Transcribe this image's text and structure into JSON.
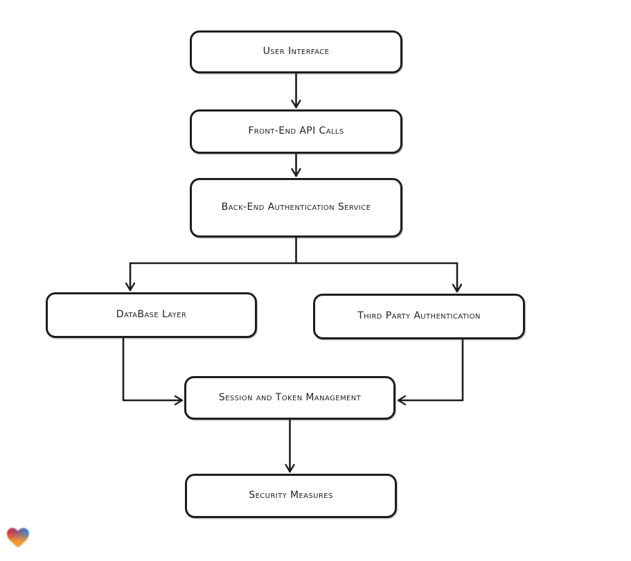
{
  "diagram": {
    "type": "flowchart",
    "direction": "top-down",
    "nodes": [
      {
        "id": "user-interface",
        "label": "User Interface"
      },
      {
        "id": "front-end-api-calls",
        "label": "Front-End API Calls"
      },
      {
        "id": "back-end-authentication-service",
        "label": "Back-End Authentication Service"
      },
      {
        "id": "database-layer",
        "label": "DataBase Layer"
      },
      {
        "id": "third-party-authentication",
        "label": "Third Party Authentication"
      },
      {
        "id": "session-and-token-management",
        "label": "Session and Token Management"
      },
      {
        "id": "security-measures",
        "label": "Security Measures"
      }
    ],
    "edges": [
      {
        "from": "user-interface",
        "to": "front-end-api-calls"
      },
      {
        "from": "front-end-api-calls",
        "to": "back-end-authentication-service"
      },
      {
        "from": "back-end-authentication-service",
        "to": "database-layer"
      },
      {
        "from": "back-end-authentication-service",
        "to": "third-party-authentication"
      },
      {
        "from": "database-layer",
        "to": "session-and-token-management"
      },
      {
        "from": "third-party-authentication",
        "to": "session-and-token-management"
      },
      {
        "from": "session-and-token-management",
        "to": "security-measures"
      }
    ],
    "style": {
      "stroke_color": "#1d1d1d",
      "node_fill": "#ffffff",
      "background": "#ffffff"
    }
  },
  "branding": {
    "logo_icon": "heart-gradient-icon",
    "colors": {
      "red": "#e8232e",
      "blue": "#2b8fd8",
      "orange": "#f79a2e"
    }
  }
}
